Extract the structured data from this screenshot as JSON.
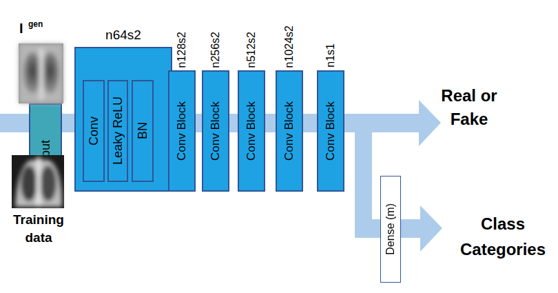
{
  "diagram": {
    "nodes": [
      {
        "text": [
          "Input"
        ]
      },
      {
        "text": [
          "n64s2"
        ]
      },
      {
        "text": [
          "Conv"
        ],
        "in": 1
      },
      {
        "text": [
          "Leaky ReLU"
        ],
        "in": 1
      },
      {
        "text": [
          "BN"
        ],
        "in": 1
      },
      {
        "text": [
          "n128s2",
          "Conv Block"
        ]
      },
      {
        "text": [
          "n256s2",
          "Conv Block"
        ]
      },
      {
        "text": [
          "n512s2",
          "Conv Block"
        ]
      },
      {
        "text": [
          "n1024s2",
          "Conv Block"
        ]
      },
      {
        "text": [
          "n1s1",
          "Conv Block"
        ]
      },
      {
        "text": [
          "Dense (m)"
        ]
      }
    ],
    "labels": [
      "I",
      "gen",
      "Training data",
      "Real or Fake",
      "Class Categories"
    ]
  }
}
